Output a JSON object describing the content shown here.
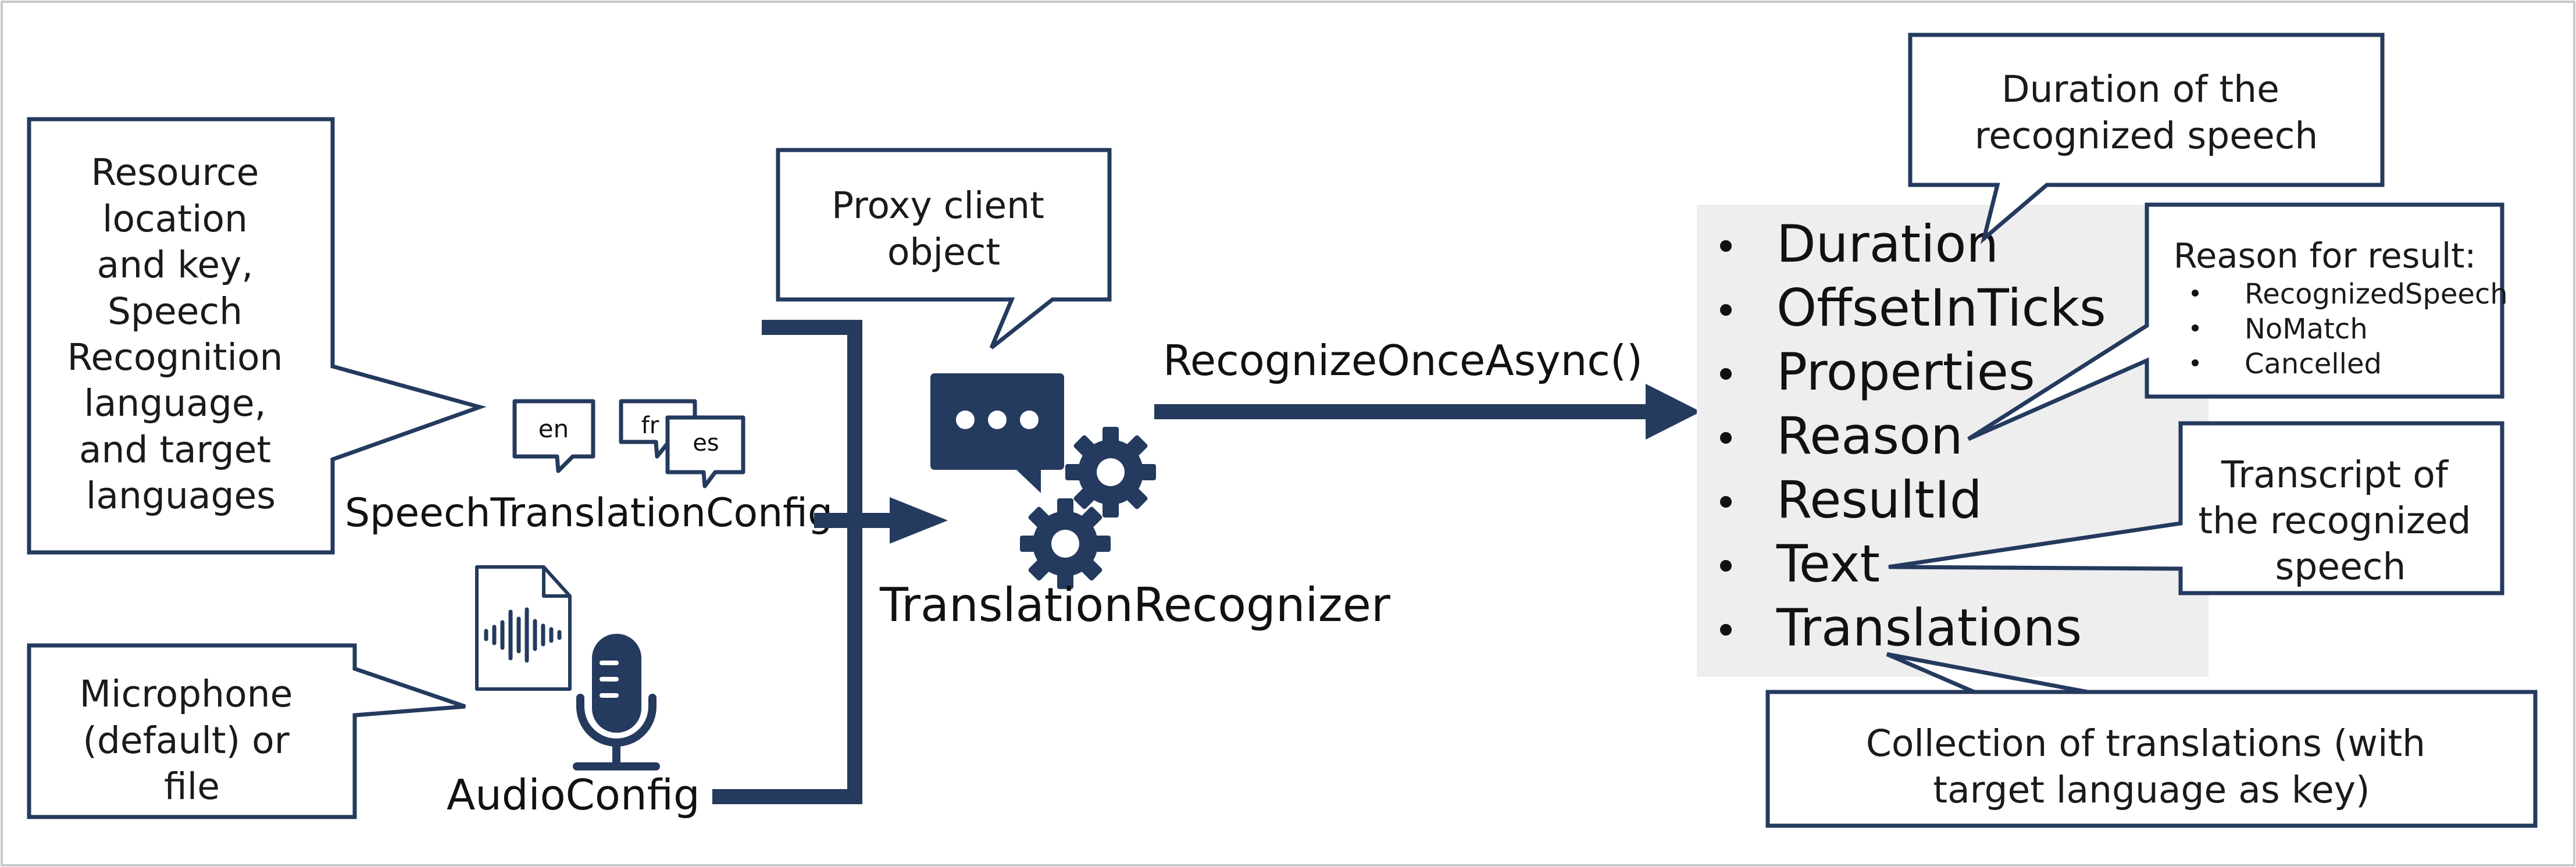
{
  "callouts": {
    "config": [
      "Resource",
      "location",
      "and key,",
      "Speech",
      "Recognition",
      "language,",
      "and target",
      "languages"
    ],
    "audio": [
      "Microphone",
      "(default) or",
      "file"
    ],
    "proxy": [
      "Proxy client",
      "object"
    ],
    "duration": [
      "Duration of the",
      "recognized speech"
    ],
    "reason_title": "Reason for result:",
    "reason_items": [
      "RecognizedSpeech",
      "NoMatch",
      "Cancelled"
    ],
    "transcript": [
      "Transcript of",
      "the recognized",
      "speech"
    ],
    "translations": [
      "Collection of translations (with",
      "target language as key)"
    ]
  },
  "labels": {
    "speech_config": "SpeechTranslationConfig",
    "audio_config": "AudioConfig",
    "recognizer": "TranslationRecognizer",
    "method": "RecognizeOnceAsync()"
  },
  "bubbles": {
    "en": "en",
    "fr": "fr",
    "es": "es"
  },
  "result_props": [
    "Duration",
    "OffsetInTicks",
    "Properties",
    "Reason",
    "ResultId",
    "Text",
    "Translations"
  ],
  "colors": {
    "navy": "#243a5e",
    "panel": "#eeeeee",
    "border": "#c9c9c9"
  },
  "icons": [
    "speech-bubble-icon",
    "file-audio-icon",
    "microphone-icon",
    "chat-icon",
    "gear-icon"
  ]
}
